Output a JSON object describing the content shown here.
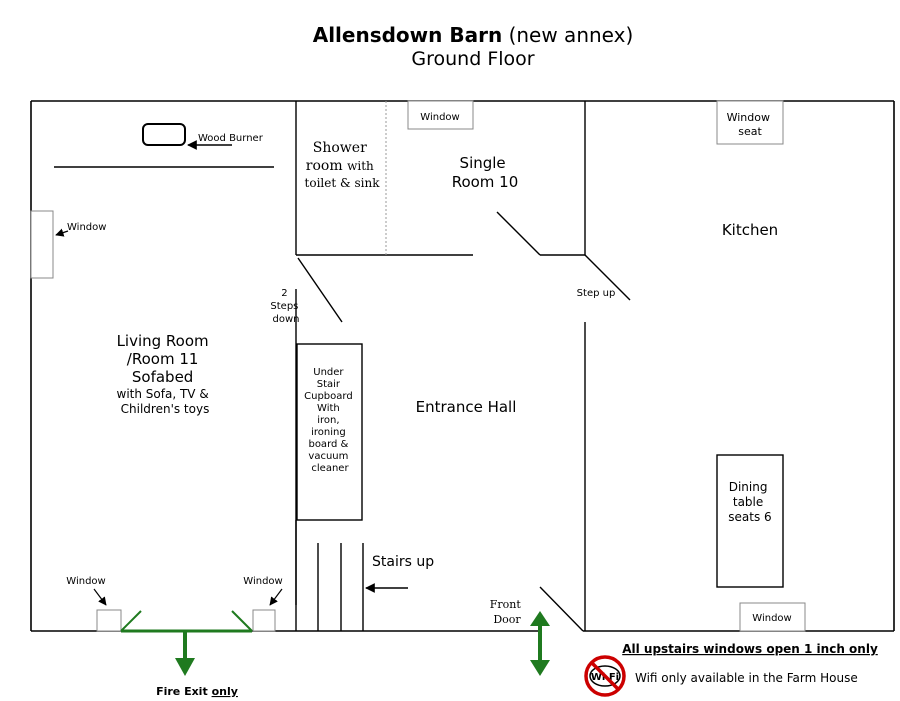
{
  "title": {
    "name": "Allensdown Barn",
    "suffix": "(new annex)",
    "floor": "Ground Floor"
  },
  "rooms": {
    "shower": [
      "Shower",
      "room",
      "with",
      "toilet & sink"
    ],
    "single": [
      "Single",
      "Room 10"
    ],
    "kitchen": "Kitchen",
    "living": [
      "Living Room",
      "/Room 11",
      "Sofabed",
      "with Sofa, TV &",
      "Children's toys"
    ],
    "entrance": "Entrance Hall",
    "cupboard": [
      "Under",
      "Stair",
      "Cupboard",
      "With",
      "iron,",
      "ironing",
      "board &",
      "vacuum",
      "cleaner"
    ],
    "dining": [
      "Dining",
      "table",
      "seats 6"
    ]
  },
  "labels": {
    "wood_burner": "Wood Burner",
    "window": "Window",
    "window_seat": [
      "Window",
      "seat"
    ],
    "steps_down": [
      "2",
      "Steps",
      "down"
    ],
    "step_up": "Step up",
    "stairs_up": "Stairs up",
    "front_door": [
      "Front",
      "Door"
    ],
    "fire_exit": "Fire Exit",
    "fire_exit_emph": "only",
    "upstairs_note": "All upstairs windows open 1 inch only",
    "wifi_note": "Wifi only available in the Farm House",
    "wifi_logo": "Wi Fi"
  },
  "colors": {
    "line": "#000000",
    "exit": "#1f7a1f",
    "no_sign": "#cc0000"
  }
}
